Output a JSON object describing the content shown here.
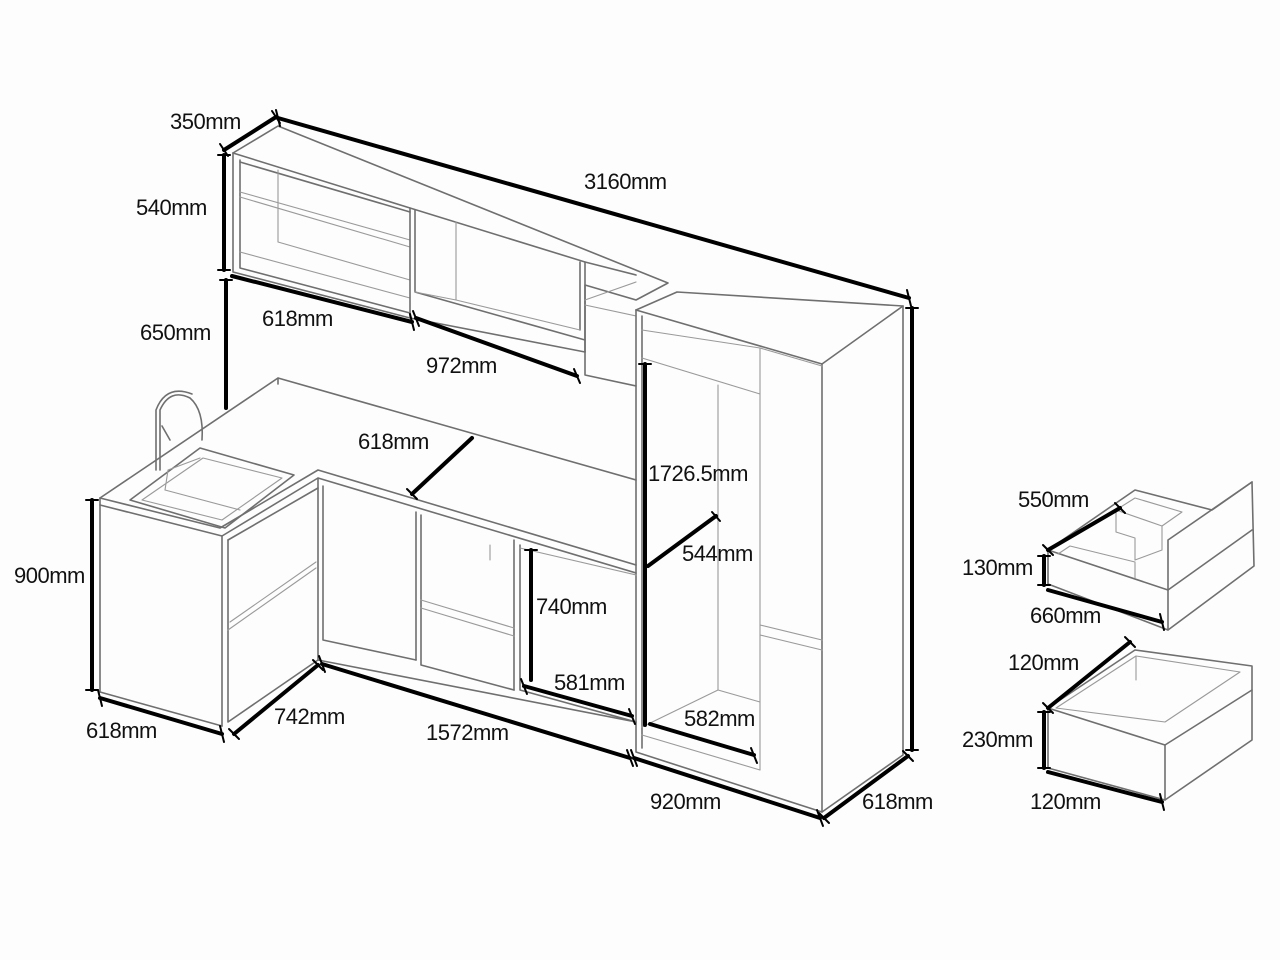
{
  "dimensions": {
    "wall_depth": "350mm",
    "wall_height": "540mm",
    "total_length": "3160mm",
    "wall_left_width": "618mm",
    "wall_mid_width": "972mm",
    "wall_gap": "650mm",
    "counter_depth": "618mm",
    "tall_height": "1726.5mm",
    "tall_inner_depth": "544mm",
    "oven_height": "740mm",
    "oven_width": "581mm",
    "tall_inner_width": "582mm",
    "base_height": "900mm",
    "sink_width": "618mm",
    "corner_width": "742mm",
    "base_run": "1572mm",
    "tall_width": "920mm",
    "tall_depth": "618mm"
  },
  "drawer_top": {
    "depth": "550mm",
    "height": "130mm",
    "width": "660mm"
  },
  "drawer_bottom": {
    "depth": "120mm",
    "height": "230mm",
    "width": "120mm"
  }
}
